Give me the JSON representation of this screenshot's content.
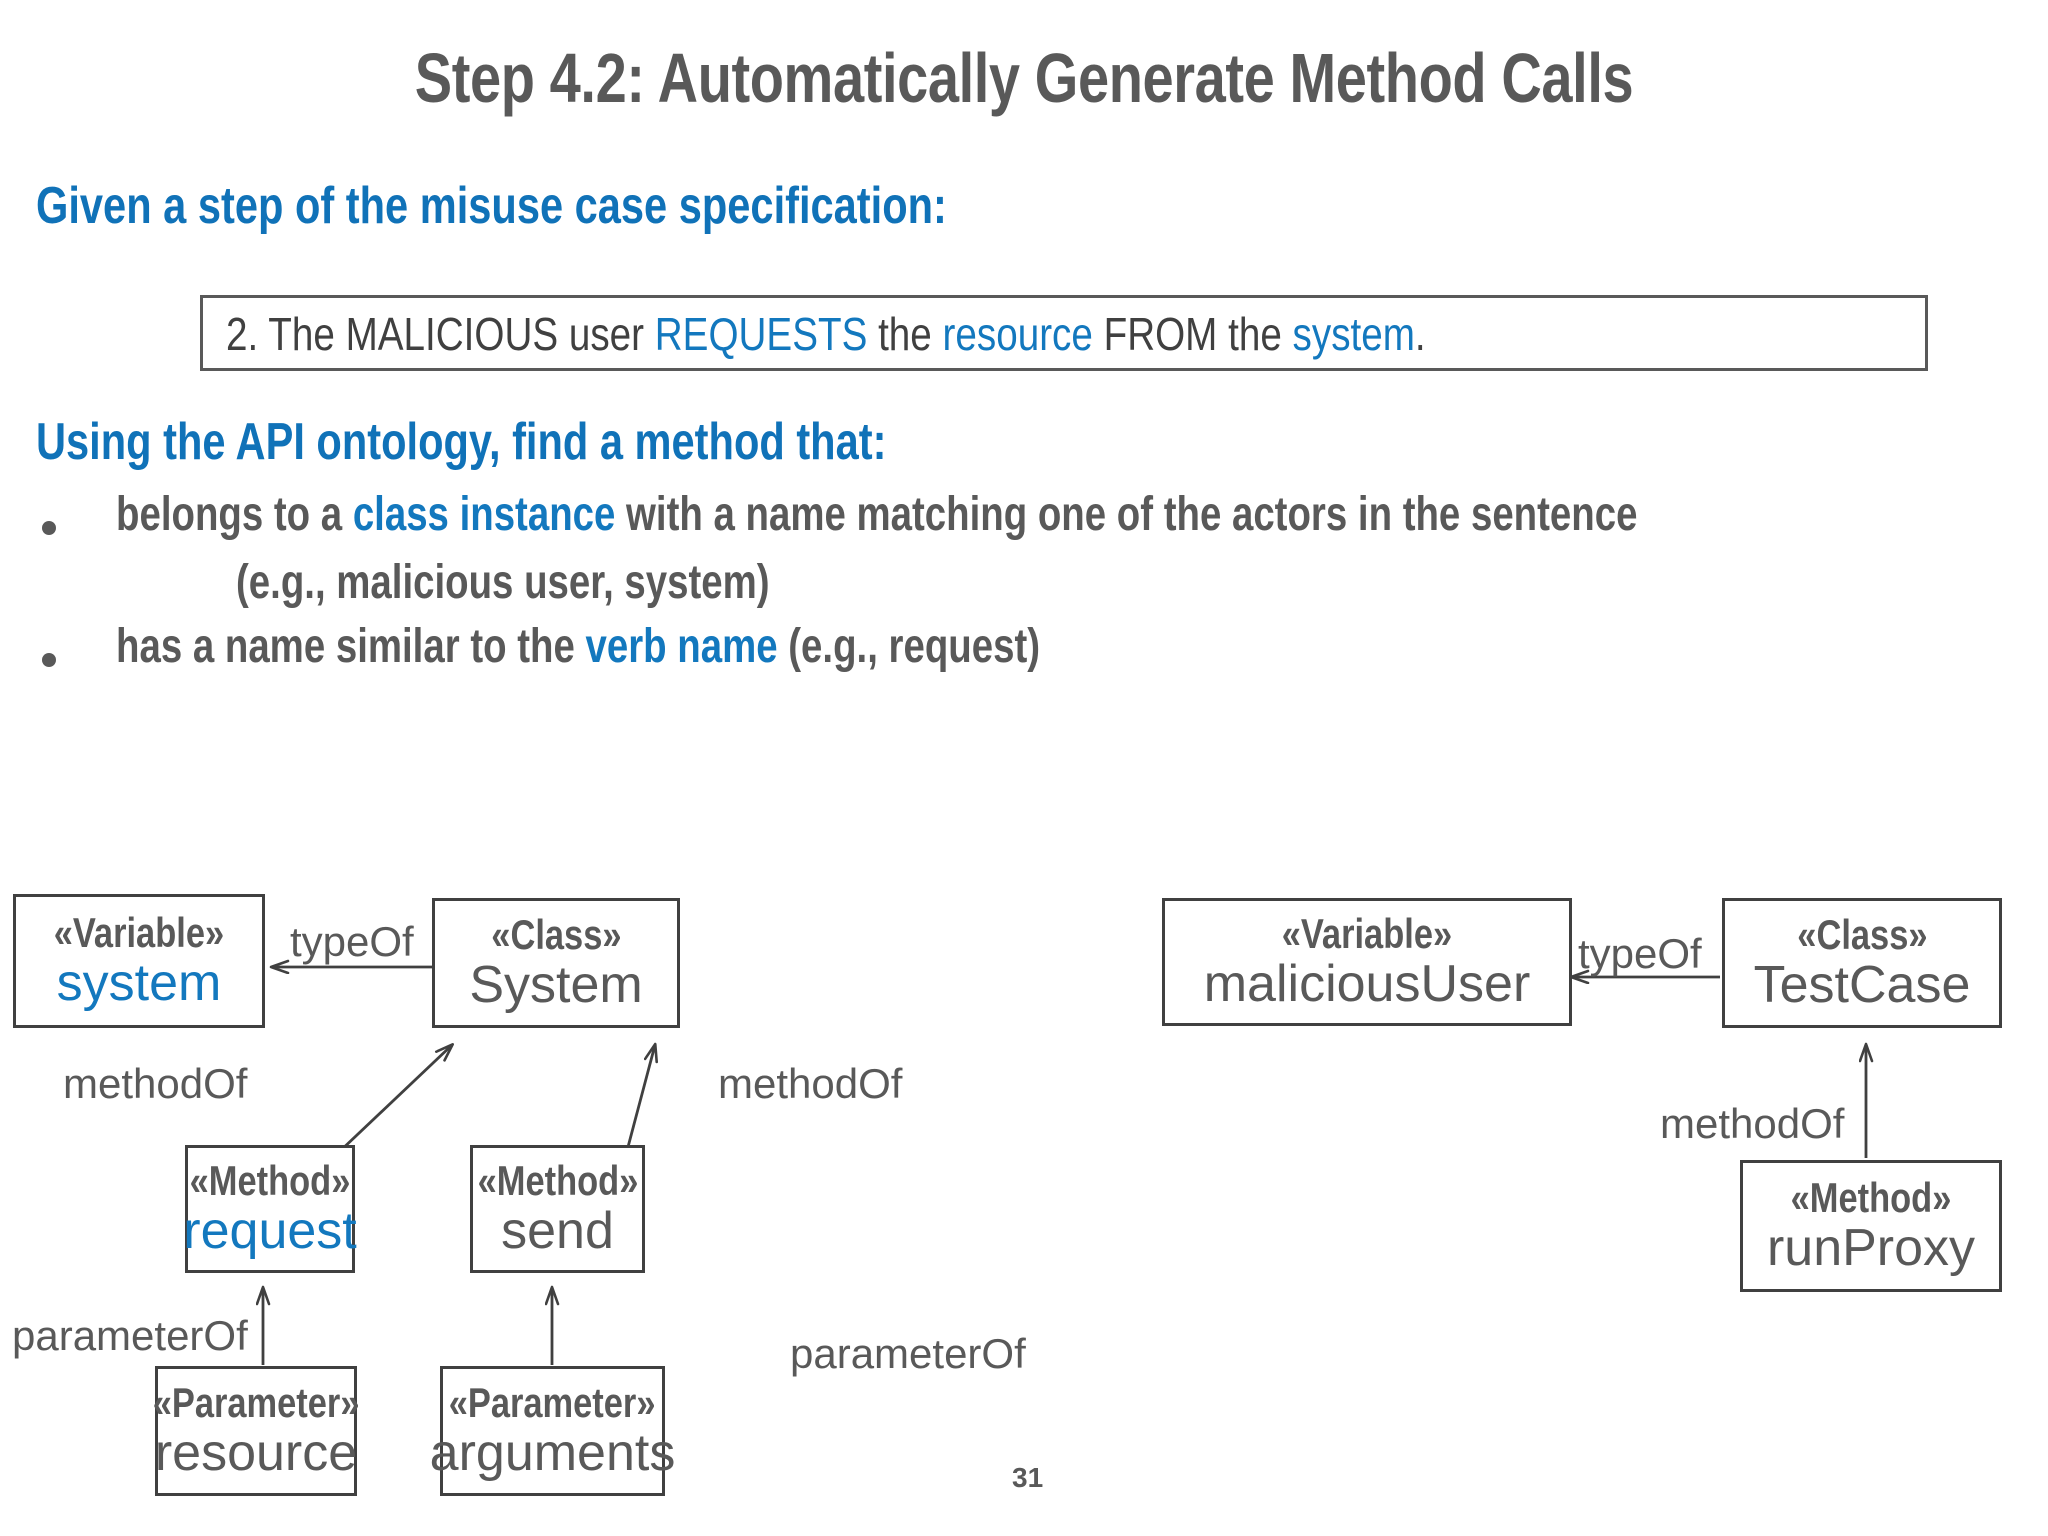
{
  "slide": {
    "title": "Step 4.2: Automatically Generate Method Calls",
    "page_number": "31",
    "colors": {
      "accent_blue": "#1378BE",
      "text_gray": "#595959",
      "box_border": "#404040",
      "background": "#FFFFFF"
    }
  },
  "heading_1": "Given a step of the misuse case specification:",
  "sentence": {
    "parts": [
      {
        "text": "2. The MALICIOUS user ",
        "highlight": false
      },
      {
        "text": "REQUESTS",
        "highlight": true
      },
      {
        "text": " the ",
        "highlight": false
      },
      {
        "text": "resource",
        "highlight": true
      },
      {
        "text": " FROM the ",
        "highlight": false
      },
      {
        "text": "system",
        "highlight": true
      },
      {
        "text": ".",
        "highlight": false
      }
    ],
    "plain": "2. The MALICIOUS user REQUESTS the resource FROM the system."
  },
  "heading_2": "Using the API ontology, find a method that:",
  "bullets": [
    {
      "parts": [
        {
          "text": "belongs to a ",
          "highlight": false
        },
        {
          "text": "class instance",
          "highlight": true
        },
        {
          "text": " with a name matching one of the actors in the sentence",
          "highlight": false
        }
      ],
      "continuation": "(e.g., malicious user, system)"
    },
    {
      "parts": [
        {
          "text": "has a name similar to the ",
          "highlight": false
        },
        {
          "text": "verb name",
          "highlight": true
        },
        {
          "text": " (e.g., request)",
          "highlight": false
        }
      ],
      "continuation": null
    }
  ],
  "diagram": {
    "nodes": [
      {
        "id": "var-system",
        "stereotype": "«Variable»",
        "name": "system",
        "name_highlight": true
      },
      {
        "id": "class-system",
        "stereotype": "«Class»",
        "name": "System",
        "name_highlight": false
      },
      {
        "id": "method-request",
        "stereotype": "«Method»",
        "name": "request",
        "name_highlight": true
      },
      {
        "id": "method-send",
        "stereotype": "«Method»",
        "name": "send",
        "name_highlight": false
      },
      {
        "id": "param-resource",
        "stereotype": "«Parameter»",
        "name": "resource",
        "name_highlight": false
      },
      {
        "id": "param-arguments",
        "stereotype": "«Parameter»",
        "name": "arguments",
        "name_highlight": false
      },
      {
        "id": "var-malicioususer",
        "stereotype": "«Variable»",
        "name": "maliciousUser",
        "name_highlight": false
      },
      {
        "id": "class-testcase",
        "stereotype": "«Class»",
        "name": "TestCase",
        "name_highlight": false
      },
      {
        "id": "method-runproxy",
        "stereotype": "«Method»",
        "name": "runProxy",
        "name_highlight": false
      }
    ],
    "edge_labels": {
      "typeof_left": "typeOf",
      "methodof_left": "methodOf",
      "methodof_mid": "methodOf",
      "parameterof_left": "parameterOf",
      "parameterof_mid": "parameterOf",
      "typeof_right": "typeOf",
      "methodof_right": "methodOf"
    }
  }
}
